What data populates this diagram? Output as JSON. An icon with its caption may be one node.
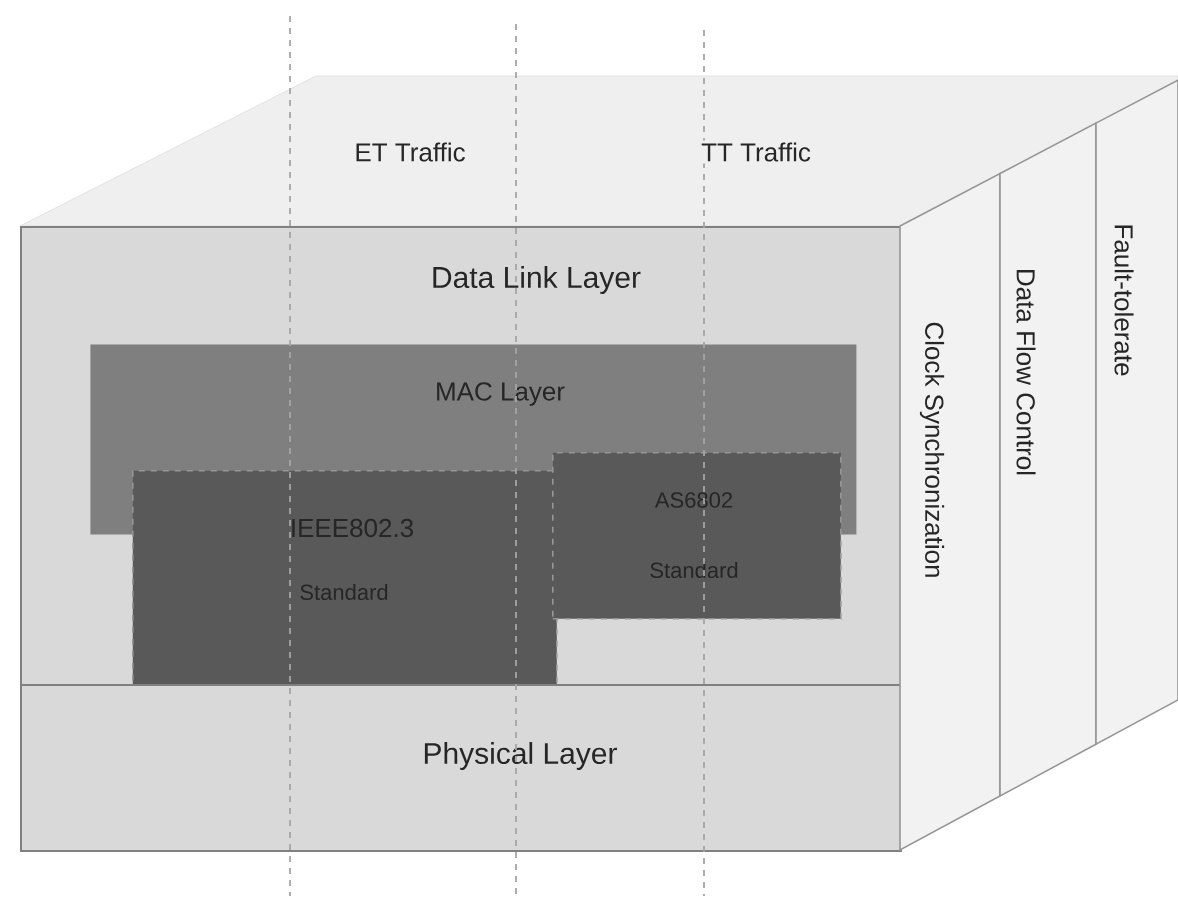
{
  "diagram": {
    "nodes": [
      {
        "text": [
          "Data Link Layer"
        ]
      },
      {
        "text": [
          "MAC Layer"
        ],
        "in": 0
      },
      {
        "text": [
          "IEEE802.3",
          "Standard"
        ]
      },
      {
        "text": [
          "AS6802",
          "Standard"
        ],
        "in": 0
      },
      {
        "text": [
          "Physical Layer"
        ]
      },
      {
        "text": [
          "Clock Synchronization"
        ]
      },
      {
        "text": [
          "Data Flow Control"
        ]
      },
      {
        "text": [
          "Fault-tolerate"
        ]
      }
    ],
    "labels": [
      "ET Traffic",
      "TT Traffic"
    ]
  }
}
